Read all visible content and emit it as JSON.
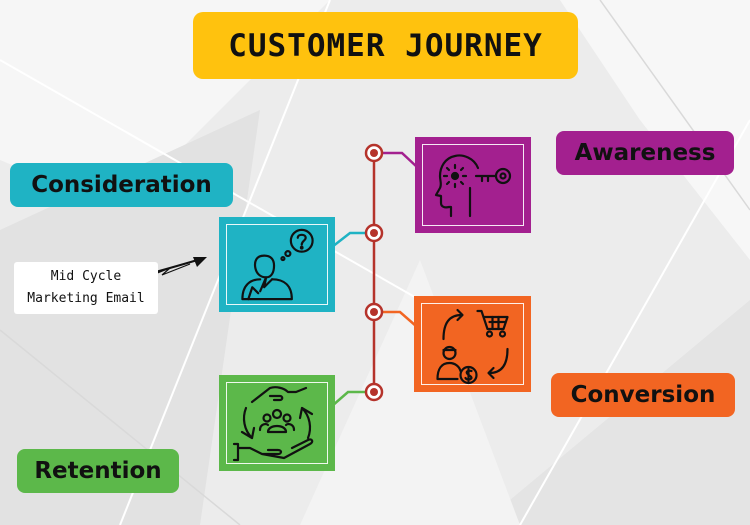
{
  "title": "CUSTOMER JOURNEY",
  "stages": {
    "awareness": "Awareness",
    "consideration": "Consideration",
    "conversion": "Conversion",
    "retention": "Retention"
  },
  "note": {
    "line1": "Mid Cycle",
    "line2": "Marketing Email"
  },
  "colors": {
    "title_bg": "#ffc20e",
    "awareness": "#a3208f",
    "consideration": "#1fb3c4",
    "conversion": "#f26522",
    "retention": "#5cb84a",
    "timeline": "#b5332b"
  },
  "icons": {
    "awareness": "head-key-icon",
    "consideration": "thinking-person-icon",
    "conversion": "shopping-cycle-icon",
    "retention": "hands-people-icon"
  }
}
